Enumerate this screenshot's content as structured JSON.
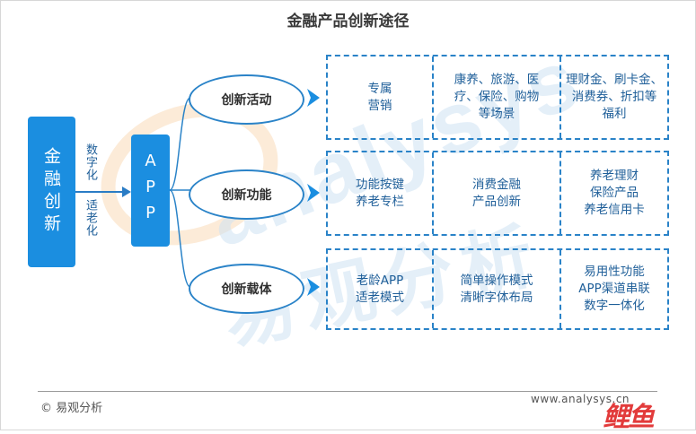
{
  "title": "金融产品创新途径",
  "watermark": {
    "text": "analysys",
    "cn": "易观分析"
  },
  "root_box": "金融创新",
  "app_box": "APP",
  "labels": {
    "upper": "数字化",
    "lower": "适老化"
  },
  "ellipses": [
    "创新活动",
    "创新功能",
    "创新载体"
  ],
  "rows": [
    [
      "专属\n营销",
      "康养、旅游、医\n疗、保险、购物\n等场景",
      "理财金、刷卡金、\n消费券、折扣等\n福利"
    ],
    [
      "功能按键\n养老专栏",
      "消费金融\n产品创新",
      "养老理财\n保险产品\n养老信用卡"
    ],
    [
      "老龄APP\n适老模式",
      "简单操作模式\n清晰字体布局",
      "易用性功能\nAPP渠道串联\n数字一体化"
    ]
  ],
  "footer": {
    "copyright": "© 易观分析",
    "url": "www.analysys.cn",
    "logo": "鲤鱼"
  },
  "colors": {
    "primary": "#1b8ee0",
    "line": "#2a83c8",
    "text": "#1f5f99"
  }
}
